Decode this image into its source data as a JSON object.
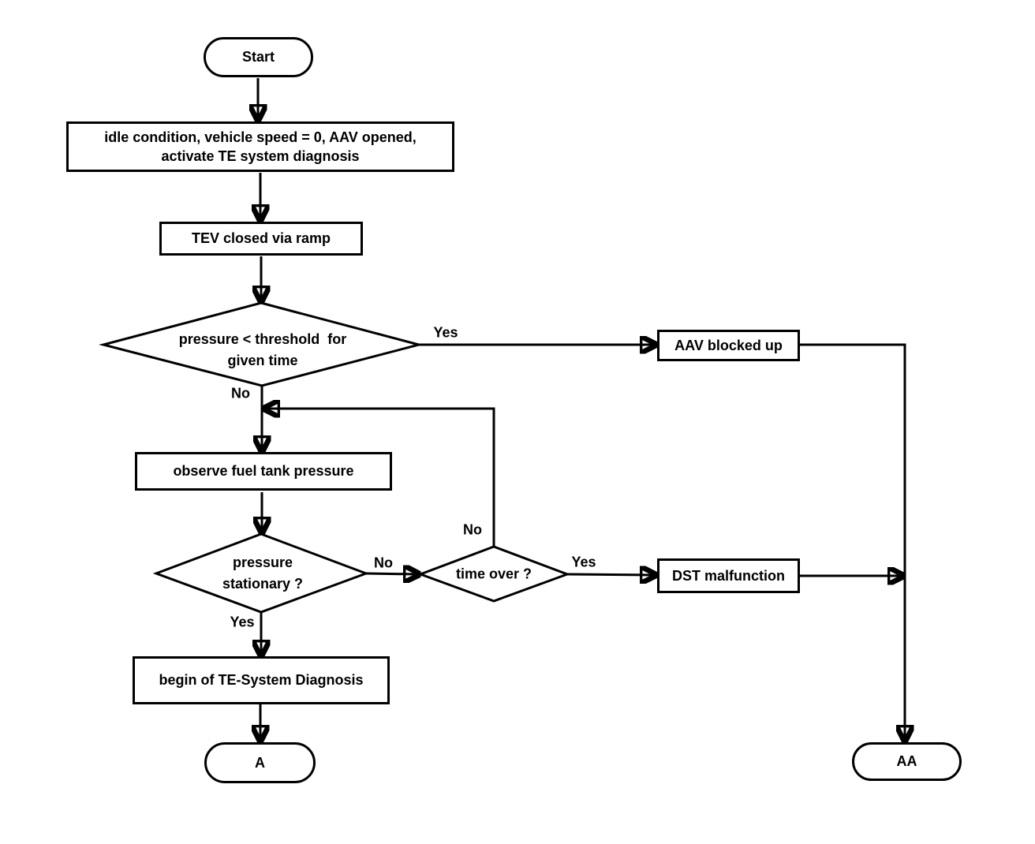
{
  "flowchart": {
    "colors": {
      "line": "#000000",
      "node_fill": "#ffffff",
      "background": "#ffffff",
      "text": "#000000"
    },
    "nodes": {
      "start": {
        "type": "terminal",
        "label": "Start"
      },
      "idle_condition": {
        "type": "process",
        "label": "idle condition, vehicle speed = 0, AAV opened,\nactivate TE system diagnosis"
      },
      "tev_closed": {
        "type": "process",
        "label": "TEV closed via ramp"
      },
      "pressure_threshold": {
        "type": "decision",
        "label": "pressure < threshold  for\ngiven time"
      },
      "aav_blocked": {
        "type": "process",
        "label": "AAV blocked up"
      },
      "observe_pressure": {
        "type": "process",
        "label": "observe fuel tank pressure"
      },
      "pressure_stationary": {
        "type": "decision",
        "label": "pressure\nstationary ?"
      },
      "time_over": {
        "type": "decision",
        "label": "time over ?"
      },
      "dst_malfunction": {
        "type": "process",
        "label": "DST malfunction"
      },
      "begin_diagnosis": {
        "type": "process",
        "label": "begin of TE-System Diagnosis"
      },
      "a_connector": {
        "type": "terminal",
        "label": "A"
      },
      "aa_connector": {
        "type": "terminal",
        "label": "AA"
      }
    },
    "edge_labels": {
      "threshold_yes": "Yes",
      "threshold_no": "No",
      "stationary_no": "No",
      "stationary_yes": "Yes",
      "time_over_no": "No",
      "time_over_yes": "Yes"
    }
  }
}
